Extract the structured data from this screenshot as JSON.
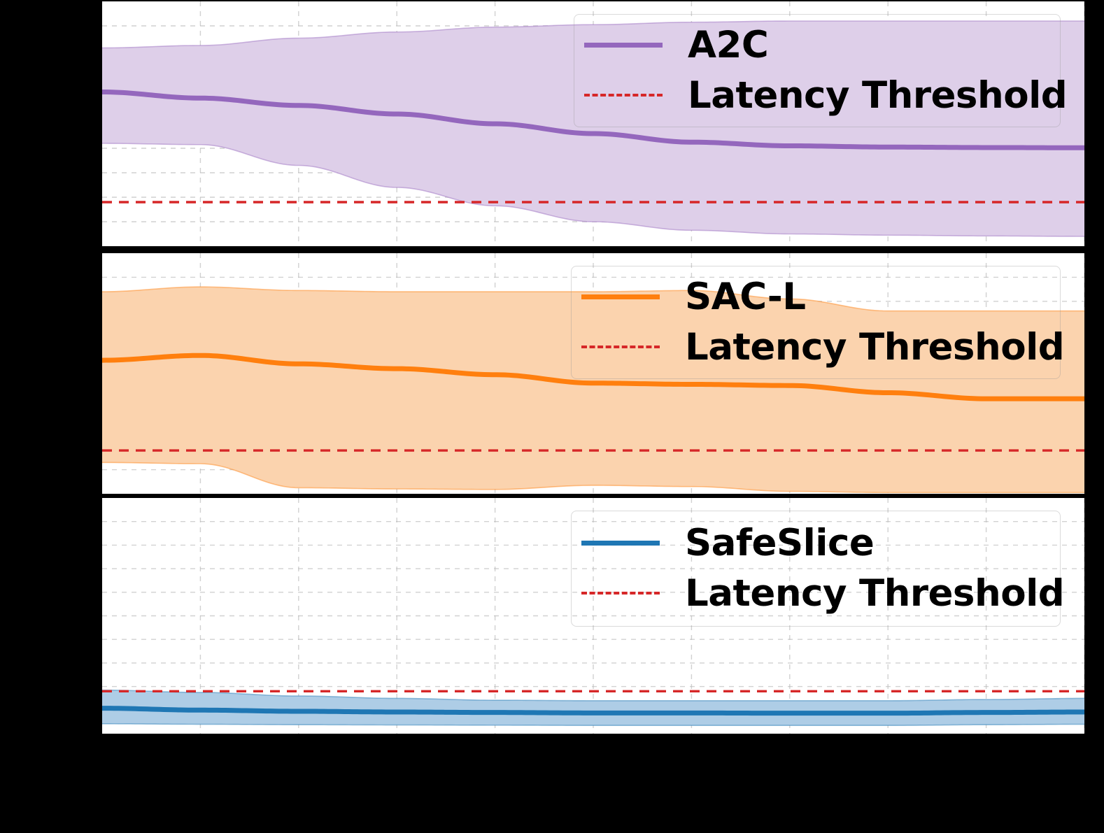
{
  "figure": {
    "background_color": "#000000",
    "panel_background": "#ffffff",
    "n_panels": 3,
    "shared_x_axis": true,
    "note_axis_labels_cropped": true
  },
  "colors": {
    "a2c_line": "#9467bd",
    "a2c_fill": "#decfe9",
    "sacl_line": "#ff7f0e",
    "sacl_fill": "#fbd3ae",
    "safeslice_line": "#1f77b4",
    "safeslice_fill": "#aecde6",
    "threshold": "#d62728",
    "gridline": "#b9b9b9"
  },
  "legends": {
    "threshold_label": "Latency Threshold",
    "panels": [
      {
        "series_label": "A2C",
        "threshold_label": "Latency Threshold"
      },
      {
        "series_label": "SAC-L",
        "threshold_label": "Latency Threshold"
      },
      {
        "series_label": "SafeSlice",
        "threshold_label": "Latency Threshold"
      }
    ]
  },
  "chart_data": {
    "type": "line",
    "title": "",
    "xlabel": "",
    "ylabel": "",
    "grid": true,
    "legend_position": "upper right",
    "x": [
      0,
      0.1,
      0.2,
      0.3,
      0.4,
      0.5,
      0.6,
      0.7,
      0.8,
      0.9,
      1.0
    ],
    "xlim": [
      0,
      1.0
    ],
    "x_gridlines": [
      0.1,
      0.2,
      0.3,
      0.4,
      0.5,
      0.6,
      0.7,
      0.8,
      0.9,
      1.0
    ],
    "subplots": [
      {
        "name": "A2C",
        "type": "line",
        "line_color": "#9467bd",
        "fill_color": "#decfe9",
        "ylim": [
          0,
          10
        ],
        "y_gridlines": [
          1,
          2,
          3,
          4,
          5,
          6,
          7,
          8,
          9
        ],
        "threshold": {
          "label": "Latency Threshold",
          "value": 1.8,
          "color": "#d62728",
          "style": "dashed"
        },
        "series": [
          {
            "name": "mean",
            "values": [
              6.3,
              6.05,
              5.75,
              5.4,
              5.0,
              4.6,
              4.25,
              4.1,
              4.05,
              4.03,
              4.02
            ]
          },
          {
            "name": "upper_band",
            "values": [
              8.1,
              8.2,
              8.5,
              8.75,
              8.95,
              9.05,
              9.15,
              9.2,
              9.2,
              9.2,
              9.2
            ]
          },
          {
            "name": "lower_band",
            "values": [
              4.2,
              4.15,
              3.3,
              2.4,
              1.65,
              1.0,
              0.65,
              0.5,
              0.45,
              0.42,
              0.4
            ]
          }
        ]
      },
      {
        "name": "SAC-L",
        "type": "line",
        "line_color": "#ff7f0e",
        "fill_color": "#fbd3ae",
        "ylim": [
          0,
          10
        ],
        "y_gridlines": [
          1,
          2,
          3,
          4,
          5,
          6,
          7,
          8,
          9
        ],
        "threshold": {
          "label": "Latency Threshold",
          "value": 1.8,
          "color": "#d62728",
          "style": "dashed"
        },
        "series": [
          {
            "name": "mean",
            "values": [
              5.55,
              5.75,
              5.4,
              5.2,
              4.95,
              4.6,
              4.55,
              4.5,
              4.2,
              3.95,
              3.95
            ]
          },
          {
            "name": "upper_band",
            "values": [
              8.4,
              8.6,
              8.45,
              8.4,
              8.4,
              8.4,
              8.45,
              8.1,
              7.6,
              7.6,
              7.6
            ]
          },
          {
            "name": "lower_band",
            "values": [
              1.3,
              1.25,
              0.25,
              0.2,
              0.18,
              0.35,
              0.3,
              0.1,
              0.05,
              0.05,
              0.05
            ]
          }
        ]
      },
      {
        "name": "SafeSlice",
        "type": "line",
        "line_color": "#1f77b4",
        "fill_color": "#aecde6",
        "ylim": [
          0,
          10
        ],
        "y_gridlines": [
          1,
          2,
          3,
          4,
          5,
          6,
          7,
          8,
          9
        ],
        "threshold": {
          "label": "Latency Threshold",
          "value": 1.8,
          "color": "#d62728",
          "style": "dashed"
        },
        "series": [
          {
            "name": "mean",
            "values": [
              1.08,
              1.0,
              0.95,
              0.92,
              0.9,
              0.88,
              0.88,
              0.87,
              0.87,
              0.9,
              0.92
            ]
          },
          {
            "name": "upper_band",
            "values": [
              1.85,
              1.75,
              1.6,
              1.5,
              1.42,
              1.4,
              1.4,
              1.4,
              1.4,
              1.45,
              1.5
            ]
          },
          {
            "name": "lower_band",
            "values": [
              0.42,
              0.4,
              0.38,
              0.37,
              0.36,
              0.35,
              0.35,
              0.35,
              0.35,
              0.38,
              0.4
            ]
          }
        ]
      }
    ]
  }
}
